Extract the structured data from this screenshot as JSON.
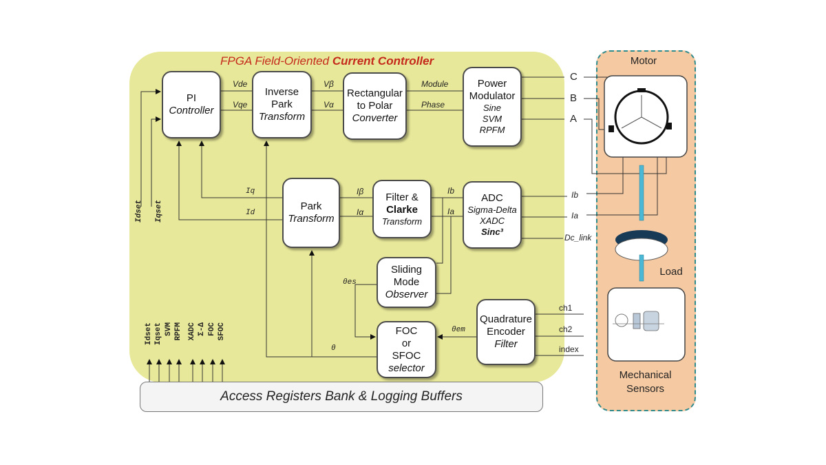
{
  "title": {
    "prefix": "FPGA Field-Oriented ",
    "emphasis": "Current Controller"
  },
  "blocks": {
    "pi": {
      "l1": "PI",
      "l2": "Controller"
    },
    "inv_park": {
      "l1": "Inverse",
      "l2": "Park",
      "l3": "Transform"
    },
    "rect_polar": {
      "l1": "Rectangular",
      "l2": "to Polar",
      "l3": "Converter"
    },
    "power_mod": {
      "l1": "Power",
      "l2": "Modulator",
      "l3": "Sine",
      "l4": "SVM",
      "l5": "RPFM"
    },
    "park": {
      "l1": "Park",
      "l2": "Transform"
    },
    "clarke": {
      "l1": "Filter &",
      "l2": "Clarke",
      "l3": "Transform"
    },
    "adc": {
      "l1": "ADC",
      "l2": "Sigma-Delta",
      "l3": "XADC",
      "l4": "Sinc³"
    },
    "smo": {
      "l1": "Sliding",
      "l2": "Mode",
      "l3": "Observer"
    },
    "foc_sel": {
      "l1": "FOC",
      "l2": "or",
      "l3": "SFOC",
      "l4": "selector"
    },
    "encoder": {
      "l1": "Quadrature",
      "l2": "Encoder",
      "l3": "Filter"
    }
  },
  "signals": {
    "vde": "Vde",
    "vqe": "Vqe",
    "vbeta": "Vβ",
    "valpha": "Vα",
    "module": "Module",
    "phase": "Phase",
    "iq": "Iq",
    "id": "Id",
    "ibeta": "Iβ",
    "ialpha": "Iα",
    "ib_in": "Ib",
    "ia_in": "Ia",
    "ib_ext": "Ib",
    "ia_ext": "Ia",
    "dc_link": "Dc_link",
    "theta_es": "θes",
    "theta_em": "θem",
    "theta": "θ",
    "ch1": "ch1",
    "ch2": "ch2",
    "index": "index",
    "idset": "Idset",
    "iqset": "Iqset"
  },
  "phases": {
    "c": "C",
    "b": "B",
    "a": "A"
  },
  "registers": [
    "Idset",
    "Iqset",
    "SVM",
    "RPFM",
    "XADC",
    "Σ-Δ",
    "FOC",
    "SFOC"
  ],
  "bank_label": "Access Registers Bank & Logging Buffers",
  "motor_labels": {
    "motor": "Motor",
    "load": "Load",
    "sensors_l1": "Mechanical",
    "sensors_l2": "Sensors"
  },
  "colors": {
    "fpga_bg": "#e8e89a",
    "motor_bg": "#f5c9a2",
    "title_red": "#c4291b",
    "shaft": "#4bb8d6",
    "disk": "#173a57"
  }
}
